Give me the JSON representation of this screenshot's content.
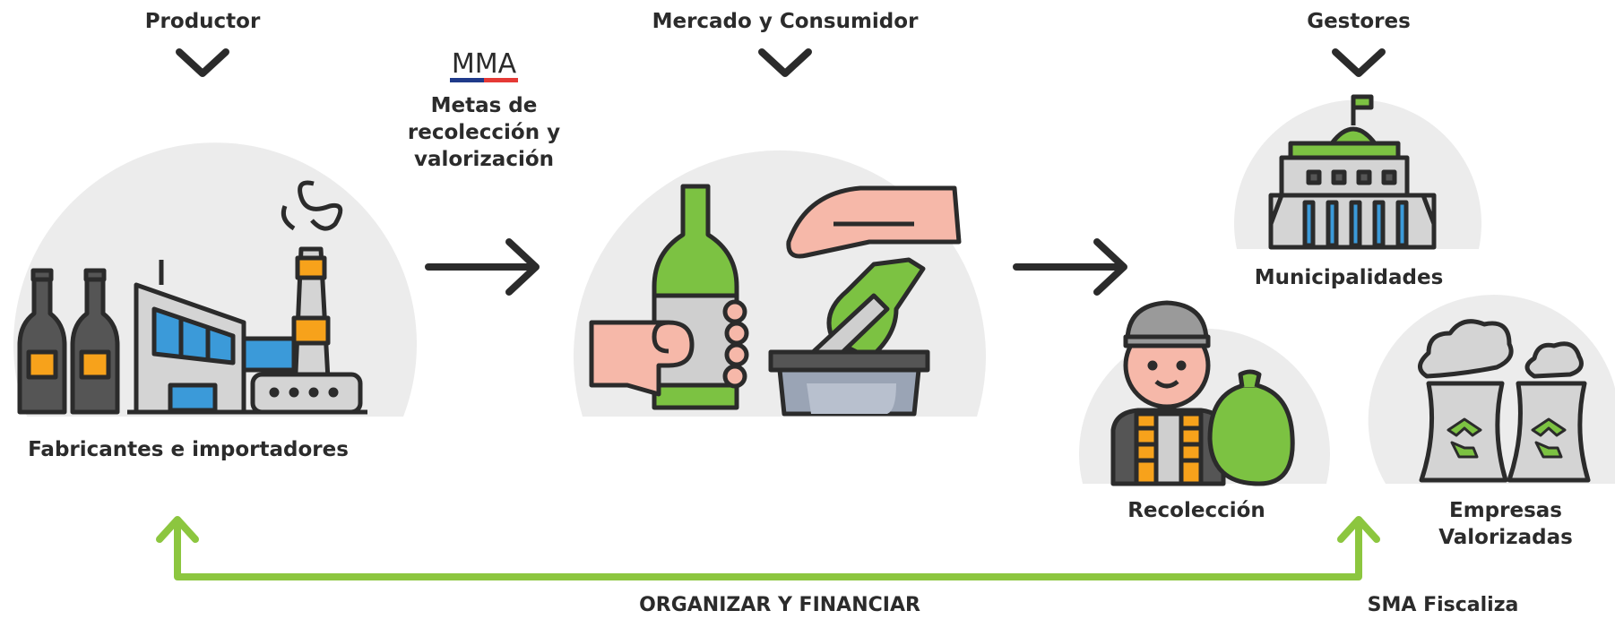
{
  "headers": {
    "productor": "Productor",
    "mercado": "Mercado y Consumidor",
    "gestores": "Gestores"
  },
  "mma": {
    "logo_text": "MMA",
    "line1": "Metas de",
    "line2": "recolección y",
    "line3": "valorización"
  },
  "labels": {
    "fabricantes": "Fabricantes e importadores",
    "municipalidades": "Municipalidades",
    "recoleccion": "Recolección",
    "empresas_line1": "Empresas",
    "empresas_line2": "Valorizadas"
  },
  "footer": {
    "organizar": "ORGANIZAR Y FINANCIAR",
    "sma": "SMA Fiscaliza"
  },
  "colors": {
    "circle": "#ececec",
    "outline": "#2b2b2b",
    "green": "#7cc242",
    "arrow_green": "#8cc63f",
    "orange": "#f7a21b",
    "blue": "#3b9ad9",
    "grey": "#b9b9b9",
    "skin": "#f6b8a9",
    "mma_blue": "#1f3a8a",
    "mma_red": "#e53935"
  }
}
